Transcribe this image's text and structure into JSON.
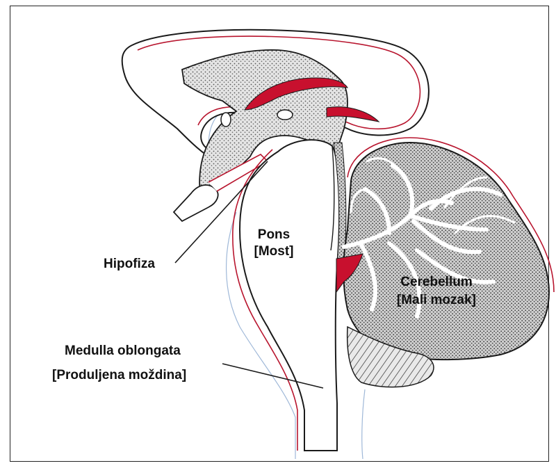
{
  "colors": {
    "outline": "#1a1a1a",
    "membrane_red": "#b8152e",
    "ventricle_red": "#c8102e",
    "stipple_fill": "#d6d6d6",
    "cerebellum_fill": "#c9c9c9",
    "outer_guide": "#9fb8d8"
  },
  "labels": {
    "hipofiza": "Hipofiza",
    "pons": "Pons",
    "pons_local": "[Most]",
    "cerebellum": "Cerebellum",
    "cerebellum_local": "[Mali mozak]",
    "medulla": "Medulla oblongata",
    "medulla_local": "[Produljena moždina]"
  }
}
